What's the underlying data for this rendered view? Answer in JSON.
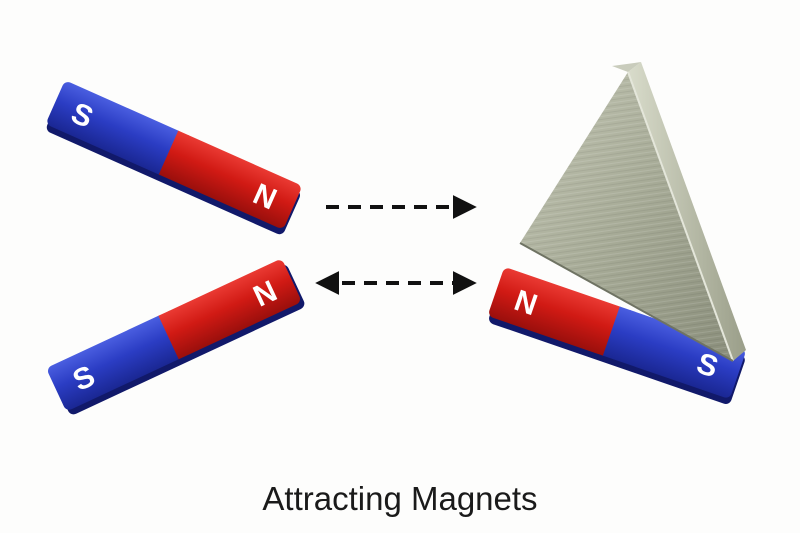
{
  "caption": "Attracting Magnets",
  "colors": {
    "south_pole": "#2b3dc4",
    "north_pole": "#d11a14",
    "triangle_metal": "#a7ab97",
    "arrow": "#111111",
    "background": "#fdfdfc"
  },
  "magnets": [
    {
      "name": "top-left",
      "poles": [
        "S",
        "N"
      ]
    },
    {
      "name": "bottom-left",
      "poles": [
        "S",
        "N"
      ]
    },
    {
      "name": "right-base",
      "poles": [
        "N",
        "S"
      ]
    }
  ],
  "arrows": [
    {
      "name": "top",
      "style": "dashed",
      "heads": "right"
    },
    {
      "name": "bottom",
      "style": "dashed",
      "heads": "both"
    }
  ],
  "triangle": {
    "material": "steel",
    "shape": "triangle"
  }
}
